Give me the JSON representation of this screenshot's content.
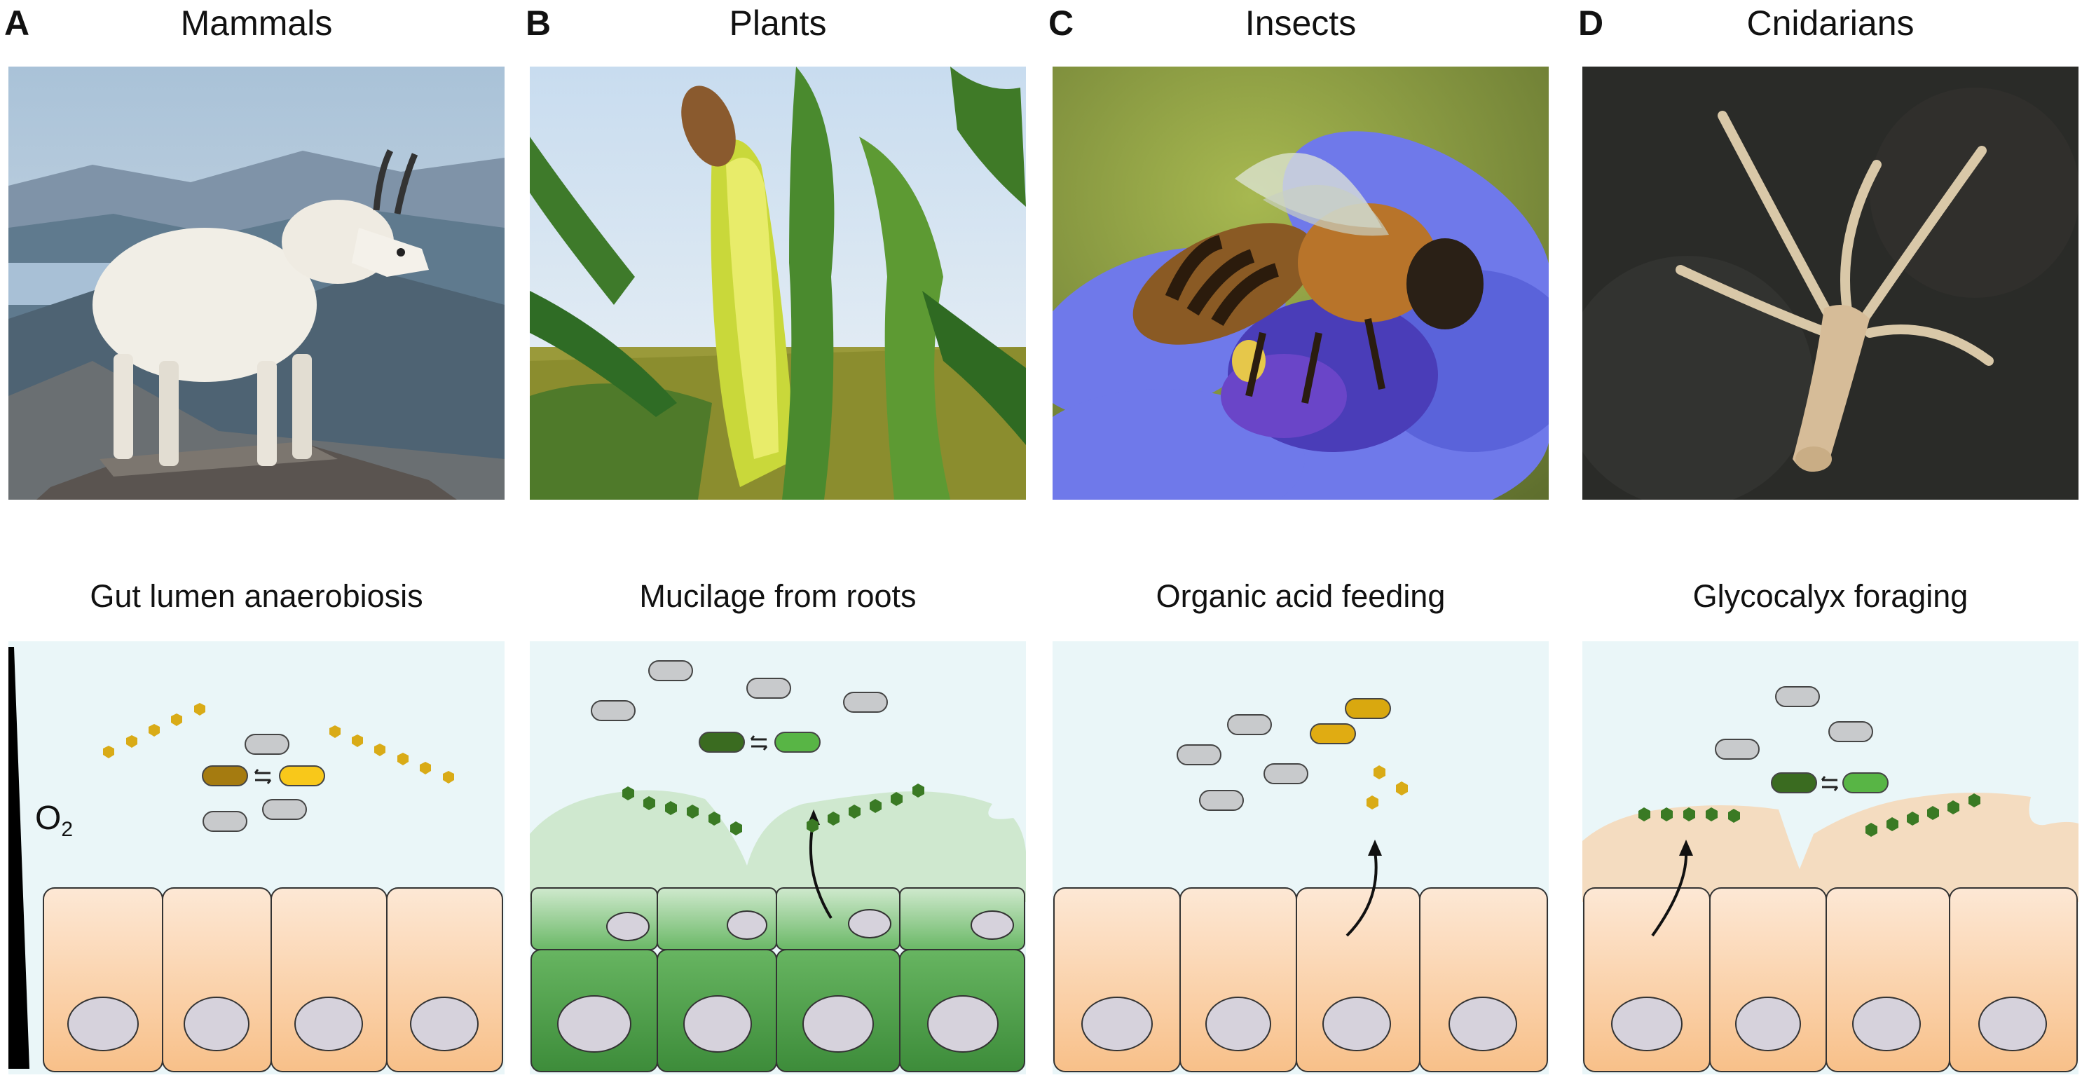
{
  "panels": [
    {
      "letter": "A",
      "title": "Mammals",
      "photo": "mountain-goat-photo",
      "subtitle": "Gut lumen anaerobiosis",
      "gradient_label": "O2"
    },
    {
      "letter": "B",
      "title": "Plants",
      "photo": "corn-plant-photo",
      "subtitle": "Mucilage from roots"
    },
    {
      "letter": "C",
      "title": "Insects",
      "photo": "honeybee-on-cornflower-photo",
      "subtitle": "Organic acid feeding"
    },
    {
      "letter": "D",
      "title": "Cnidarians",
      "photo": "hydra-photo",
      "subtitle": "Glycocalyx foraging"
    }
  ],
  "colors": {
    "lumen": "#eaf6f8",
    "epithelium_top": "#fde8d5",
    "epithelium_bottom": "#f8c089",
    "nucleus": "#d6d2dc",
    "bacterium": "#c8cacc",
    "mammal_sugar": "#d9ab17",
    "plant_sugar": "#3a7a24",
    "root_cells": "#4f9f46",
    "mucus_plant": "#cfe8cf",
    "mucus_cnidarian": "#f4dcc0"
  }
}
